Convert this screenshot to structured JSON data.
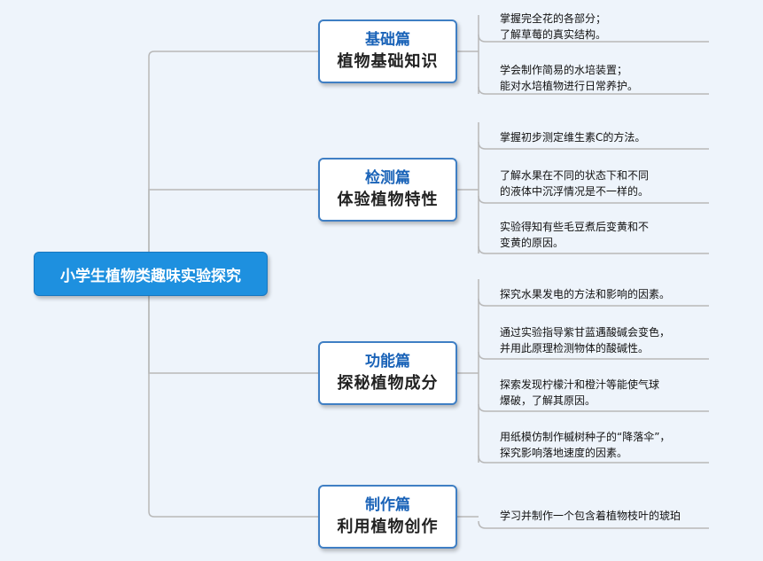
{
  "root": {
    "title": "小学生植物类趣味实验探究"
  },
  "branches": [
    {
      "title": "基础篇",
      "subtitle": "植物基础知识",
      "leaves": [
        "掌握完全花的各部分；\n了解草莓的真实结构。",
        "学会制作简易的水培装置；\n能对水培植物进行日常养护。"
      ]
    },
    {
      "title": "检测篇",
      "subtitle": "体验植物特性",
      "leaves": [
        "掌握初步测定维生素C的方法。",
        "了解水果在不同的状态下和不同\n的液体中沉浮情况是不一样的。",
        "实验得知有些毛豆煮后变黄和不\n变黄的原因。"
      ]
    },
    {
      "title": "功能篇",
      "subtitle": "探秘植物成分",
      "leaves": [
        "探究水果发电的方法和影响的因素。",
        "通过实验指导紫甘蓝遇酸碱会变色，\n并用此原理检测物体的酸碱性。",
        "探索发现柠檬汁和橙汁等能使气球\n爆破，了解其原因。",
        "用纸模仿制作槭树种子的“降落伞”，\n探究影响落地速度的因素。"
      ]
    },
    {
      "title": "制作篇",
      "subtitle": "利用植物创作",
      "leaves": [
        "学习并制作一个包含着植物枝叶的琥珀"
      ]
    }
  ]
}
